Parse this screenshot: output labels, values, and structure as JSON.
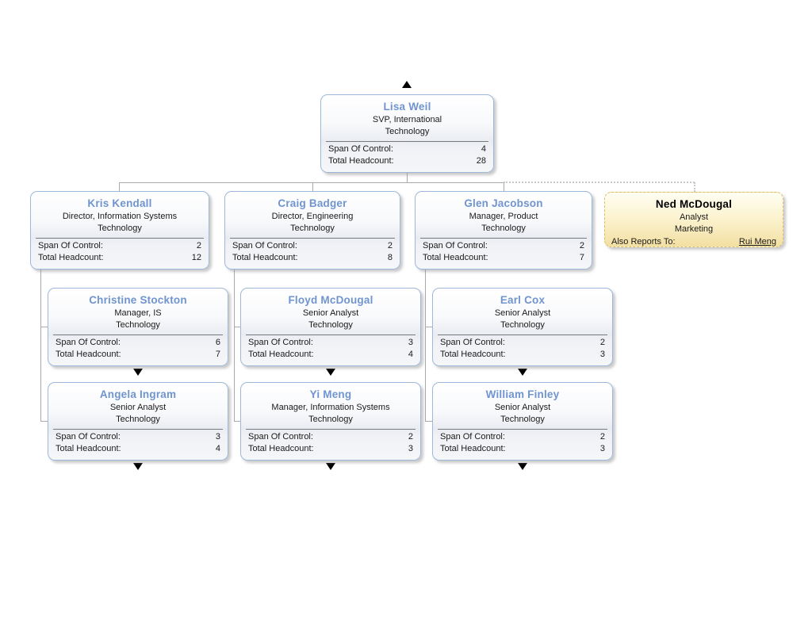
{
  "labels": {
    "span_of_control": "Span Of Control:",
    "total_headcount": "Total Headcount:",
    "also_reports_to": "Also Reports To:"
  },
  "colors": {
    "name_link_blue": "#7094d0",
    "node_border_blue": "#9db8da",
    "alt_node_border_yellow": "#dcbd68",
    "alt_node_fill_yellow": "#f2dfa2",
    "connector_gray": "#a9a9a9",
    "text_black": "#1a1a1a"
  },
  "nodes": {
    "lisa": {
      "name": "Lisa Weil",
      "title": "SVP, International",
      "department": "Technology",
      "span_of_control": 4,
      "total_headcount": 28
    },
    "kris": {
      "name": "Kris Kendall",
      "title": "Director, Information Systems",
      "department": "Technology",
      "span_of_control": 2,
      "total_headcount": 12
    },
    "craig": {
      "name": "Craig Badger",
      "title": "Director, Engineering",
      "department": "Technology",
      "span_of_control": 2,
      "total_headcount": 8
    },
    "glen": {
      "name": "Glen Jacobson",
      "title": "Manager, Product",
      "department": "Technology",
      "span_of_control": 2,
      "total_headcount": 7
    },
    "ned": {
      "name": "Ned McDougal",
      "title": "Analyst",
      "department": "Marketing",
      "also_reports_to": "Rui Meng"
    },
    "christine": {
      "name": "Christine Stockton",
      "title": "Manager, IS",
      "department": "Technology",
      "span_of_control": 6,
      "total_headcount": 7
    },
    "floyd": {
      "name": "Floyd McDougal",
      "title": "Senior Analyst",
      "department": "Technology",
      "span_of_control": 3,
      "total_headcount": 4
    },
    "earl": {
      "name": "Earl Cox",
      "title": "Senior Analyst",
      "department": "Technology",
      "span_of_control": 2,
      "total_headcount": 3
    },
    "angela": {
      "name": "Angela Ingram",
      "title": "Senior Analyst",
      "department": "Technology",
      "span_of_control": 3,
      "total_headcount": 4
    },
    "yi": {
      "name": "Yi Meng",
      "title": "Manager, Information Systems",
      "department": "Technology",
      "span_of_control": 2,
      "total_headcount": 3
    },
    "william": {
      "name": "William Finley",
      "title": "Senior Analyst",
      "department": "Technology",
      "span_of_control": 2,
      "total_headcount": 3
    }
  }
}
